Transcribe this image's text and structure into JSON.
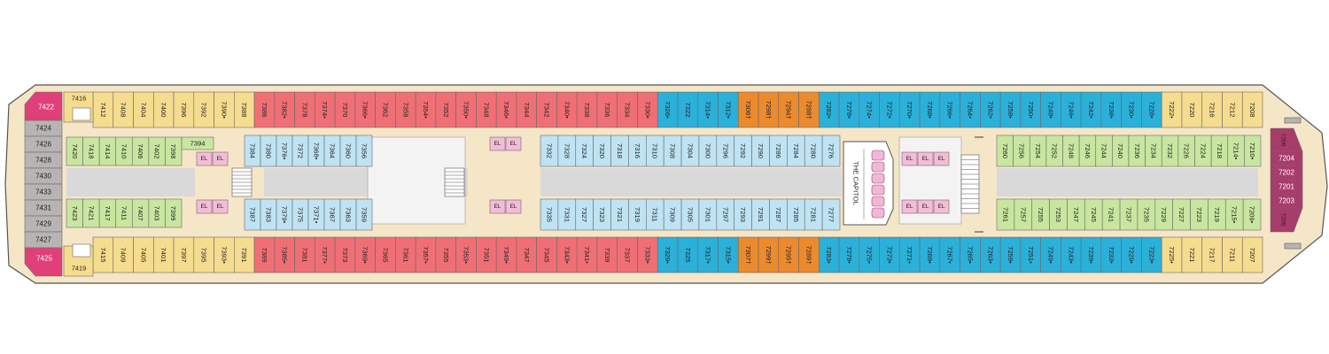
{
  "deck": {
    "colors": {
      "hull": "#f5e6c8",
      "hull_stroke": "#555555",
      "corridor": "#d9d9d9",
      "interior": "#f3f3f3",
      "magenta": "#e0407a",
      "dark_magenta": "#a83c6a",
      "gray": "#b8b4b4",
      "yellow": "#f6dc8e",
      "red": "#ef6f75",
      "blue": "#2bb0d9",
      "orange": "#ec8a2e",
      "light_blue": "#bfe3f3",
      "green": "#c8e6a0",
      "elevator": "#f5bcd8",
      "theater_seat": "#f3b6d6"
    },
    "venue_label": "THE CAPITOL",
    "elevator_label": "EL",
    "top_outer": [
      {
        "t": "7412",
        "c": "yellow"
      },
      {
        "t": "7408",
        "c": "yellow"
      },
      {
        "t": "7404",
        "c": "yellow"
      },
      {
        "t": "7400",
        "c": "yellow"
      },
      {
        "t": "7396",
        "c": "yellow"
      },
      {
        "t": "7392",
        "c": "yellow"
      },
      {
        "t": "7390•",
        "c": "yellow"
      },
      {
        "t": "7388",
        "c": "yellow"
      },
      {
        "t": "7386",
        "c": "red"
      },
      {
        "t": "7382•",
        "c": "red"
      },
      {
        "t": "7378",
        "c": "red"
      },
      {
        "t": "7374•",
        "c": "red"
      },
      {
        "t": "7370",
        "c": "red"
      },
      {
        "t": "7366•",
        "c": "red"
      },
      {
        "t": "7362",
        "c": "red"
      },
      {
        "t": "7358",
        "c": "red"
      },
      {
        "t": "7354•",
        "c": "red"
      },
      {
        "t": "7352",
        "c": "red"
      },
      {
        "t": "7350•",
        "c": "red"
      },
      {
        "t": "7348",
        "c": "red"
      },
      {
        "t": "7346•",
        "c": "red"
      },
      {
        "t": "7344",
        "c": "red"
      },
      {
        "t": "7342",
        "c": "red"
      },
      {
        "t": "7340•",
        "c": "red"
      },
      {
        "t": "7338",
        "c": "red"
      },
      {
        "t": "7336",
        "c": "red"
      },
      {
        "t": "7334",
        "c": "red"
      },
      {
        "t": "7330•",
        "c": "red"
      },
      {
        "t": "7326•",
        "c": "blue"
      },
      {
        "t": "7322",
        "c": "blue"
      },
      {
        "t": "7314•",
        "c": "blue"
      },
      {
        "t": "7312•",
        "c": "blue"
      },
      {
        "t": "7306†",
        "c": "orange"
      },
      {
        "t": "7298†",
        "c": "orange"
      },
      {
        "t": "7294†",
        "c": "orange"
      },
      {
        "t": "7288†",
        "c": "orange"
      },
      {
        "t": "7282•",
        "c": "blue"
      },
      {
        "t": "7278•",
        "c": "blue"
      },
      {
        "t": "7274•",
        "c": "blue"
      },
      {
        "t": "7272•",
        "c": "blue"
      },
      {
        "t": "7270•",
        "c": "blue"
      },
      {
        "t": "7268•",
        "c": "blue"
      },
      {
        "t": "7266•",
        "c": "blue"
      },
      {
        "t": "7264•",
        "c": "blue"
      },
      {
        "t": "7262•",
        "c": "blue"
      },
      {
        "t": "7258•",
        "c": "blue"
      },
      {
        "t": "7250•",
        "c": "blue"
      },
      {
        "t": "7248•",
        "c": "blue"
      },
      {
        "t": "7246•",
        "c": "blue"
      },
      {
        "t": "7242•",
        "c": "blue"
      },
      {
        "t": "7238•",
        "c": "blue"
      },
      {
        "t": "7230•",
        "c": "blue"
      },
      {
        "t": "7228•",
        "c": "blue"
      },
      {
        "t": "7222•",
        "c": "yellow"
      },
      {
        "t": "7220",
        "c": "yellow"
      },
      {
        "t": "7216",
        "c": "yellow"
      },
      {
        "t": "7212",
        "c": "yellow"
      },
      {
        "t": "7208",
        "c": "yellow"
      }
    ],
    "bottom_outer": [
      {
        "t": "7415",
        "c": "yellow"
      },
      {
        "t": "7409",
        "c": "yellow"
      },
      {
        "t": "7405",
        "c": "yellow"
      },
      {
        "t": "7401",
        "c": "yellow"
      },
      {
        "t": "7397",
        "c": "yellow"
      },
      {
        "t": "7395",
        "c": "yellow"
      },
      {
        "t": "7393•",
        "c": "yellow"
      },
      {
        "t": "7391",
        "c": "yellow"
      },
      {
        "t": "7389",
        "c": "red"
      },
      {
        "t": "7385•",
        "c": "red"
      },
      {
        "t": "7381",
        "c": "red"
      },
      {
        "t": "7377•",
        "c": "red"
      },
      {
        "t": "7373",
        "c": "red"
      },
      {
        "t": "7369•",
        "c": "red"
      },
      {
        "t": "7365",
        "c": "red"
      },
      {
        "t": "7361",
        "c": "red"
      },
      {
        "t": "7357•",
        "c": "red"
      },
      {
        "t": "7355",
        "c": "red"
      },
      {
        "t": "7353•",
        "c": "red"
      },
      {
        "t": "7351",
        "c": "red"
      },
      {
        "t": "7349•",
        "c": "red"
      },
      {
        "t": "7347",
        "c": "red"
      },
      {
        "t": "7345",
        "c": "red"
      },
      {
        "t": "7343•",
        "c": "red"
      },
      {
        "t": "7341•",
        "c": "red"
      },
      {
        "t": "7339",
        "c": "red"
      },
      {
        "t": "7337",
        "c": "red"
      },
      {
        "t": "7333•",
        "c": "red"
      },
      {
        "t": "7329•",
        "c": "blue"
      },
      {
        "t": "7325",
        "c": "blue"
      },
      {
        "t": "7317•",
        "c": "blue"
      },
      {
        "t": "7315•",
        "c": "blue"
      },
      {
        "t": "7307†",
        "c": "orange"
      },
      {
        "t": "7299†",
        "c": "orange"
      },
      {
        "t": "7295†",
        "c": "orange"
      },
      {
        "t": "7289†",
        "c": "orange"
      },
      {
        "t": "7283•",
        "c": "blue"
      },
      {
        "t": "7279•",
        "c": "blue"
      },
      {
        "t": "7275•",
        "c": "blue"
      },
      {
        "t": "7273•",
        "c": "blue"
      },
      {
        "t": "7271•",
        "c": "blue"
      },
      {
        "t": "7269•",
        "c": "blue"
      },
      {
        "t": "7267•",
        "c": "blue"
      },
      {
        "t": "7265•",
        "c": "blue"
      },
      {
        "t": "7263•",
        "c": "blue"
      },
      {
        "t": "7259•",
        "c": "blue"
      },
      {
        "t": "7251•",
        "c": "blue"
      },
      {
        "t": "7249•",
        "c": "blue"
      },
      {
        "t": "7243•",
        "c": "blue"
      },
      {
        "t": "7239•",
        "c": "blue"
      },
      {
        "t": "7233•",
        "c": "blue"
      },
      {
        "t": "7229•",
        "c": "blue"
      },
      {
        "t": "7223•",
        "c": "blue"
      },
      {
        "t": "7225•",
        "c": "yellow"
      },
      {
        "t": "7221",
        "c": "yellow"
      },
      {
        "t": "7217",
        "c": "yellow"
      },
      {
        "t": "7211",
        "c": "yellow"
      },
      {
        "t": "7207",
        "c": "yellow"
      }
    ],
    "inner_top_a": [
      {
        "t": "7420",
        "c": "green"
      },
      {
        "t": "7418",
        "c": "green"
      },
      {
        "t": "7414",
        "c": "green"
      },
      {
        "t": "7410",
        "c": "green"
      },
      {
        "t": "7406",
        "c": "green"
      },
      {
        "t": "7402",
        "c": "green"
      },
      {
        "t": "7398",
        "c": "green"
      }
    ],
    "inner_bottom_a": [
      {
        "t": "7423",
        "c": "green"
      },
      {
        "t": "7421",
        "c": "green"
      },
      {
        "t": "7417",
        "c": "green"
      },
      {
        "t": "7411",
        "c": "green"
      },
      {
        "t": "7407",
        "c": "green"
      },
      {
        "t": "7403",
        "c": "green"
      },
      {
        "t": "7399",
        "c": "green"
      }
    ],
    "room_7394": "7394",
    "inner_top_b": [
      {
        "t": "7384",
        "c": "light_blue"
      },
      {
        "t": "7380",
        "c": "light_blue"
      },
      {
        "t": "7376•",
        "c": "light_blue"
      },
      {
        "t": "7372",
        "c": "light_blue"
      },
      {
        "t": "7368•",
        "c": "light_blue"
      },
      {
        "t": "7364",
        "c": "light_blue"
      },
      {
        "t": "7360",
        "c": "light_blue"
      },
      {
        "t": "7356",
        "c": "light_blue"
      }
    ],
    "inner_bottom_b": [
      {
        "t": "7387",
        "c": "light_blue"
      },
      {
        "t": "7383",
        "c": "light_blue"
      },
      {
        "t": "7379•",
        "c": "light_blue"
      },
      {
        "t": "7375",
        "c": "light_blue"
      },
      {
        "t": "7371•",
        "c": "light_blue"
      },
      {
        "t": "7367",
        "c": "light_blue"
      },
      {
        "t": "7363",
        "c": "light_blue"
      },
      {
        "t": "7359",
        "c": "light_blue"
      }
    ],
    "inner_top_c": [
      {
        "t": "7332",
        "c": "light_blue"
      },
      {
        "t": "7328",
        "c": "light_blue"
      },
      {
        "t": "7324",
        "c": "light_blue"
      },
      {
        "t": "7320",
        "c": "light_blue"
      },
      {
        "t": "7318",
        "c": "light_blue"
      },
      {
        "t": "7316",
        "c": "light_blue"
      },
      {
        "t": "7310",
        "c": "light_blue"
      },
      {
        "t": "7308",
        "c": "light_blue"
      },
      {
        "t": "7304",
        "c": "light_blue"
      },
      {
        "t": "7300",
        "c": "light_blue"
      },
      {
        "t": "7296",
        "c": "light_blue"
      },
      {
        "t": "7292",
        "c": "light_blue"
      },
      {
        "t": "7290",
        "c": "light_blue"
      },
      {
        "t": "7286",
        "c": "light_blue"
      },
      {
        "t": "7284",
        "c": "light_blue"
      },
      {
        "t": "7280",
        "c": "light_blue"
      },
      {
        "t": "7276",
        "c": "light_blue"
      }
    ],
    "inner_bottom_c": [
      {
        "t": "7335",
        "c": "light_blue"
      },
      {
        "t": "7331",
        "c": "light_blue"
      },
      {
        "t": "7327",
        "c": "light_blue"
      },
      {
        "t": "7323",
        "c": "light_blue"
      },
      {
        "t": "7321",
        "c": "light_blue"
      },
      {
        "t": "7319",
        "c": "light_blue"
      },
      {
        "t": "7311",
        "c": "light_blue"
      },
      {
        "t": "7309",
        "c": "light_blue"
      },
      {
        "t": "7305",
        "c": "light_blue"
      },
      {
        "t": "7301",
        "c": "light_blue"
      },
      {
        "t": "7297",
        "c": "light_blue"
      },
      {
        "t": "7293",
        "c": "light_blue"
      },
      {
        "t": "7291",
        "c": "light_blue"
      },
      {
        "t": "7287",
        "c": "light_blue"
      },
      {
        "t": "7285",
        "c": "light_blue"
      },
      {
        "t": "7281",
        "c": "light_blue"
      },
      {
        "t": "7277",
        "c": "light_blue"
      }
    ],
    "inner_top_d": [
      {
        "t": "7260",
        "c": "green"
      },
      {
        "t": "7256",
        "c": "green"
      },
      {
        "t": "7254",
        "c": "green"
      },
      {
        "t": "7252",
        "c": "green"
      },
      {
        "t": "7248",
        "c": "green"
      },
      {
        "t": "7246",
        "c": "green"
      },
      {
        "t": "7244",
        "c": "green"
      },
      {
        "t": "7240",
        "c": "green"
      },
      {
        "t": "7236",
        "c": "green"
      },
      {
        "t": "7234",
        "c": "green"
      },
      {
        "t": "7232",
        "c": "green"
      },
      {
        "t": "7226",
        "c": "green"
      },
      {
        "t": "7224",
        "c": "green"
      },
      {
        "t": "7218",
        "c": "green"
      },
      {
        "t": "7214•",
        "c": "green"
      },
      {
        "t": "7210•",
        "c": "green"
      }
    ],
    "inner_bottom_d": [
      {
        "t": "7261",
        "c": "green"
      },
      {
        "t": "7257",
        "c": "green"
      },
      {
        "t": "7255",
        "c": "green"
      },
      {
        "t": "7253",
        "c": "green"
      },
      {
        "t": "7247",
        "c": "green"
      },
      {
        "t": "7245",
        "c": "green"
      },
      {
        "t": "7241",
        "c": "green"
      },
      {
        "t": "7237",
        "c": "green"
      },
      {
        "t": "7235",
        "c": "green"
      },
      {
        "t": "7229",
        "c": "green"
      },
      {
        "t": "7227",
        "c": "green"
      },
      {
        "t": "7223",
        "c": "green"
      },
      {
        "t": "7219",
        "c": "green"
      },
      {
        "t": "7215•",
        "c": "green"
      },
      {
        "t": "7209•",
        "c": "green"
      }
    ],
    "aft_column": [
      "7424",
      "7426",
      "7428",
      "7430",
      "7433",
      "7431",
      "7429",
      "7427"
    ],
    "aft_top_corner": "7422",
    "aft_bottom_corner": "7425",
    "aft_top_small": "7416",
    "aft_bottom_small": "7419",
    "fore_column": [
      "7204",
      "7202",
      "7201",
      "7203"
    ],
    "fore_top": "7206",
    "fore_bottom": "7205"
  }
}
